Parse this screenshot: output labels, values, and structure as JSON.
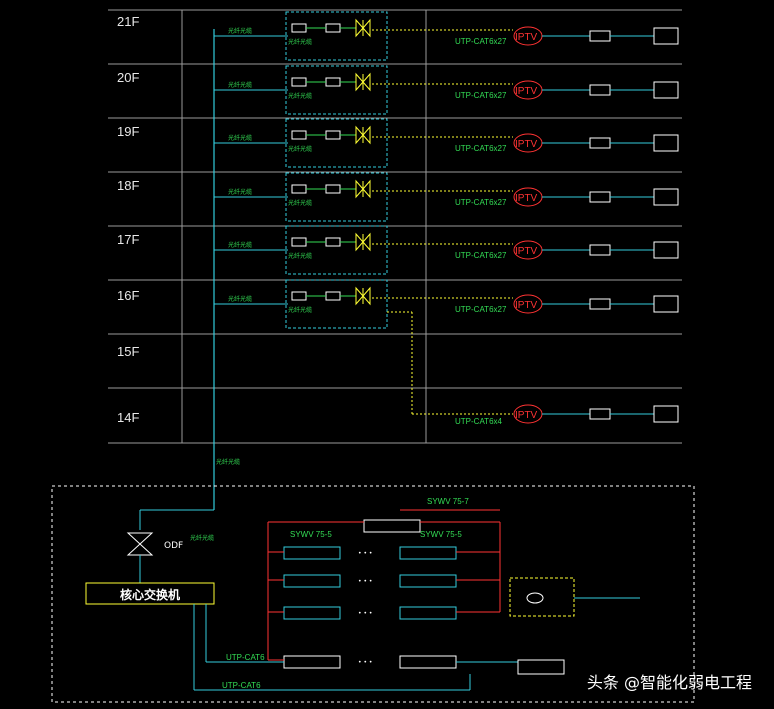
{
  "floors": [
    {
      "label": "21F",
      "has_equipment": true,
      "cable": "UTP-CAT6x27"
    },
    {
      "label": "20F",
      "has_equipment": true,
      "cable": "UTP-CAT6x27"
    },
    {
      "label": "19F",
      "has_equipment": true,
      "cable": "UTP-CAT6x27"
    },
    {
      "label": "18F",
      "has_equipment": true,
      "cable": "UTP-CAT6x27"
    },
    {
      "label": "17F",
      "has_equipment": true,
      "cable": "UTP-CAT6x27"
    },
    {
      "label": "16F",
      "has_equipment": true,
      "cable": "UTP-CAT6x27"
    },
    {
      "label": "15F",
      "has_equipment": false,
      "cable": ""
    },
    {
      "label": "14F",
      "has_equipment": false,
      "cable": "UTP-CAT6x4"
    }
  ],
  "iptv_label": "IPTV",
  "backbone_label": "光纤光缆",
  "odf_label": "ODF",
  "core_switch_label": "核心交换机",
  "syv_labels": [
    "SYWV 75-7",
    "SYWV 75-5",
    "SYWV 75-5"
  ],
  "utp_labels": [
    "UTP-CAT6",
    "UTP-CAT6"
  ],
  "watermark": "头条 @智能化弱电工程",
  "colors": {
    "green": "#33dd55",
    "cyan": "#33ccdd",
    "yellow": "#ffff33",
    "red": "#ff3333",
    "white": "#ffffff",
    "grid": "#9a9a9a"
  }
}
